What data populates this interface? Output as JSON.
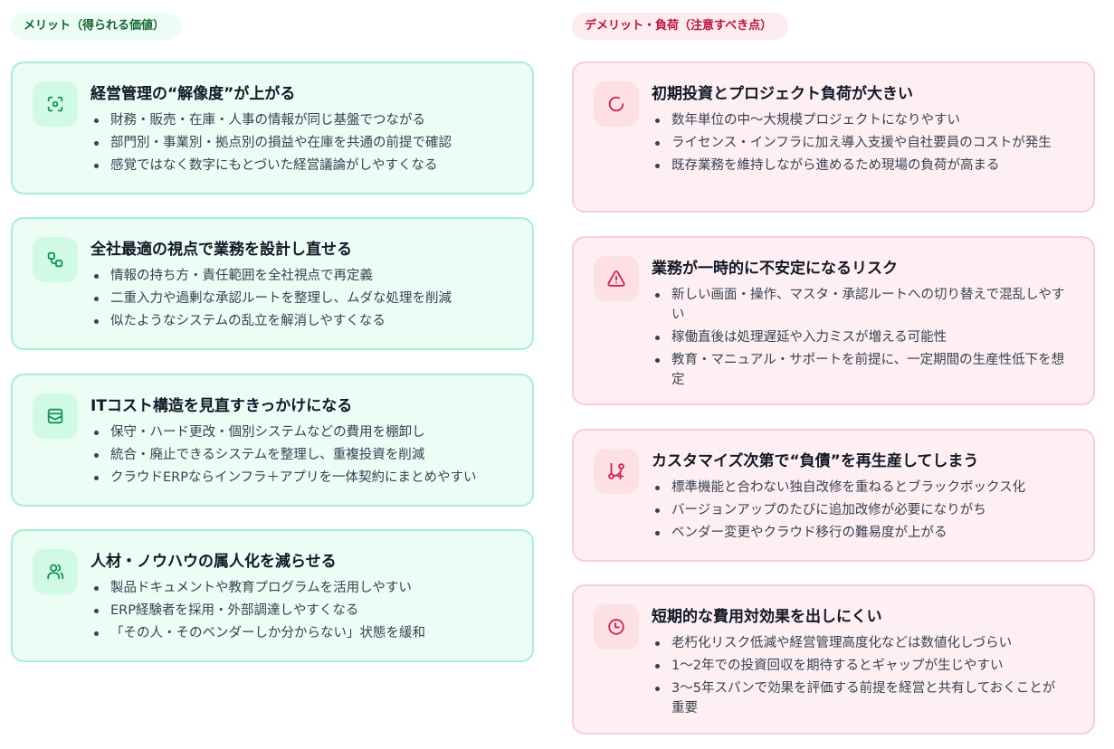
{
  "merits": {
    "header": "メリット（得られる価値）",
    "accent": "#16925a",
    "cards": [
      {
        "icon": "scan-focus-icon",
        "title": "経営管理の“解像度”が上がる",
        "bullets": [
          "財務・販売・在庫・人事の情報が同じ基盤でつながる",
          "部門別・事業別・拠点別の損益や在庫を共通の前提で確認",
          "感覚ではなく数字にもとづいた経営議論がしやすくなる"
        ]
      },
      {
        "icon": "workflow-icon",
        "title": "全社最適の視点で業務を設計し直せる",
        "bullets": [
          "情報の持ち方・責任範囲を全社視点で再定義",
          "二重入力や過剰な承認ルートを整理し、ムダな処理を削減",
          "似たようなシステムの乱立を解消しやすくなる"
        ]
      },
      {
        "icon": "wallet-icon",
        "title": "ITコスト構造を見直すきっかけになる",
        "bullets": [
          "保守・ハード更改・個別システムなどの費用を棚卸し",
          "統合・廃止できるシステムを整理し、重複投資を削減",
          "クラウドERPならインフラ＋アプリを一体契約にまとめやすい"
        ]
      },
      {
        "icon": "users-icon",
        "title": "人材・ノウハウの属人化を減らせる",
        "bullets": [
          "製品ドキュメントや教育プログラムを活用しやすい",
          "ERP経験者を採用・外部調達しやすくなる",
          "「その人・そのベンダーしか分からない」状態を緩和"
        ]
      }
    ]
  },
  "demerits": {
    "header": "デメリット・負荷（注意すべき点）",
    "accent": "#d4204f",
    "cards": [
      {
        "icon": "loader-icon",
        "title": "初期投資とプロジェクト負荷が大きい",
        "bullets": [
          "数年単位の中〜大規模プロジェクトになりやすい",
          "ライセンス・インフラに加え導入支援や自社要員のコストが発生",
          "既存業務を維持しながら進めるため現場の負荷が高まる"
        ]
      },
      {
        "icon": "warning-triangle-icon",
        "title": "業務が一時的に不安定になるリスク",
        "bullets": [
          "新しい画面・操作、マスタ・承認ルートへの切り替えで混乱しやすい",
          "稼働直後は処理遅延や入力ミスが増える可能性",
          "教育・マニュアル・サポートを前提に、一定期間の生産性低下を想定"
        ]
      },
      {
        "icon": "git-branch-plus-icon",
        "title": "カスタマイズ次第で“負債”を再生産してしまう",
        "bullets": [
          "標準機能と合わない独自改修を重ねるとブラックボックス化",
          "バージョンアップのたびに追加改修が必要になりがち",
          "ベンダー変更やクラウド移行の難易度が上がる"
        ]
      },
      {
        "icon": "clock-icon",
        "title": "短期的な費用対効果を出しにくい",
        "bullets": [
          "老朽化リスク低減や経営管理高度化などは数値化しづらい",
          "1〜2年での投資回収を期待するとギャップが生じやすい",
          "3〜5年スパンで効果を評価する前提を経営と共有しておくことが重要"
        ]
      }
    ]
  }
}
